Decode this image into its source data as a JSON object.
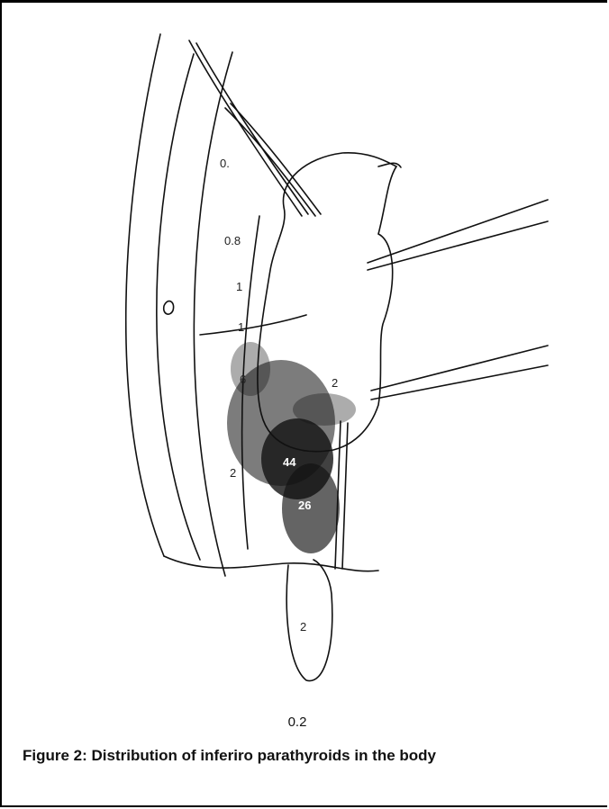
{
  "figure": {
    "labels": {
      "n0": "0.",
      "n08": "0.8",
      "n1a": "1",
      "n1b": "1",
      "n6": "6",
      "n2right": "2",
      "n44": "44",
      "n2left": "2",
      "n26": "26",
      "n2thymus": "2"
    },
    "bottom_value": "0.2",
    "caption": "Figure 2: Distribution of inferiro parathyroids in the body"
  },
  "colors": {
    "ink": "#111111",
    "background": "#ffffff"
  }
}
